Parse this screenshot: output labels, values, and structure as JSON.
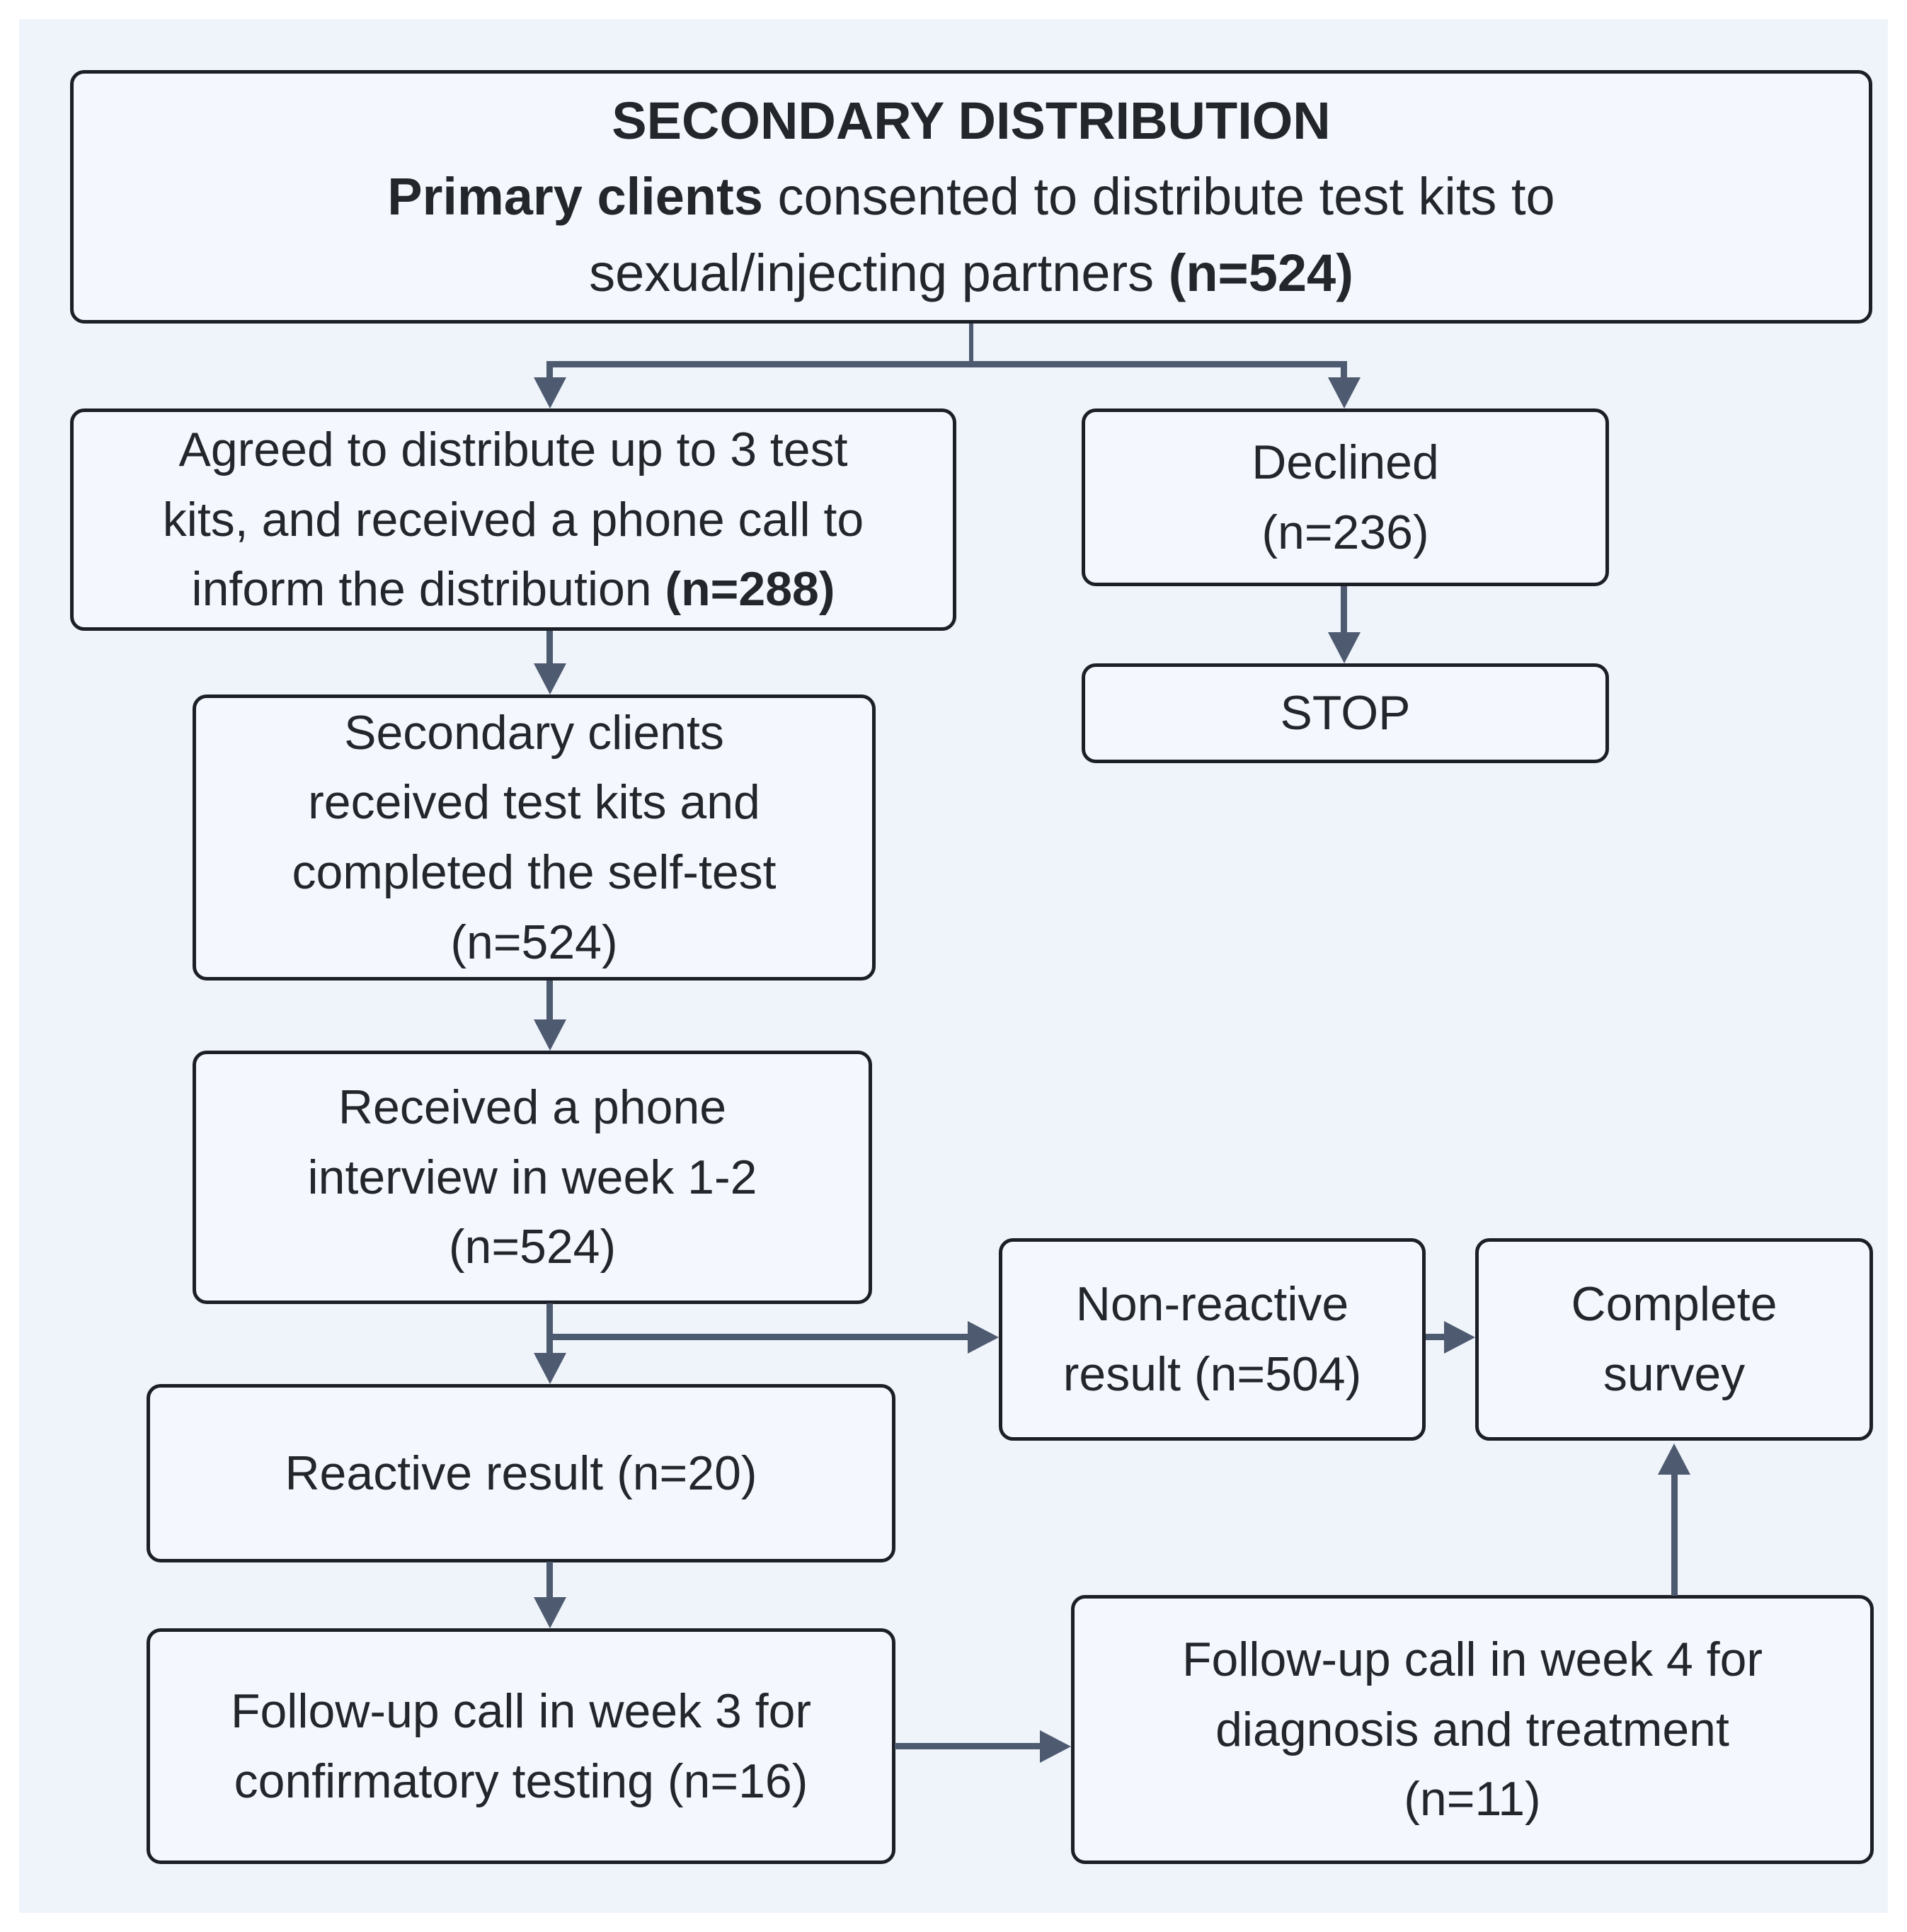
{
  "diagram": {
    "colors": {
      "panel_bg": "#eff3fa",
      "box_bg": "#f4f7fd",
      "box_border": "#1c1f26",
      "arrow": "#4d5a70",
      "text": "#23262b"
    },
    "top_box": {
      "title": "SECONDARY DISTRIBUTION",
      "line2_bold": "Primary clients",
      "line2_rest": " consented to distribute test kits to",
      "line3_rest": "sexual/injecting partners ",
      "line3_bold": "(n=524)"
    },
    "agreed_box": {
      "line1": "Agreed to distribute up to 3 test",
      "line2": "kits, and received a phone call to",
      "line3_rest": "inform the distribution ",
      "line3_bold": "(n=288)"
    },
    "declined_box": {
      "line1": "Declined",
      "line2": "(n=236)"
    },
    "stop_box": {
      "label": "STOP"
    },
    "secondary_box": {
      "line1": "Secondary clients",
      "line2": "received test kits and",
      "line3": "completed the self-test",
      "line4": "(n=524)"
    },
    "interview_box": {
      "line1": "Received a phone",
      "line2": "interview in week 1-2",
      "line3": "(n=524)"
    },
    "nonreactive_box": {
      "line1": "Non-reactive",
      "line2": "result (n=504)"
    },
    "survey_box": {
      "line1": "Complete",
      "line2": "survey"
    },
    "reactive_box": {
      "line1": "Reactive result (n=20)"
    },
    "followup_week3_box": {
      "line1": "Follow-up call in week 3 for",
      "line2": "confirmatory testing (n=16)"
    },
    "followup_week4_box": {
      "line1": "Follow-up call in week 4 for",
      "line2": "diagnosis and treatment",
      "line3": "(n=11)"
    }
  }
}
